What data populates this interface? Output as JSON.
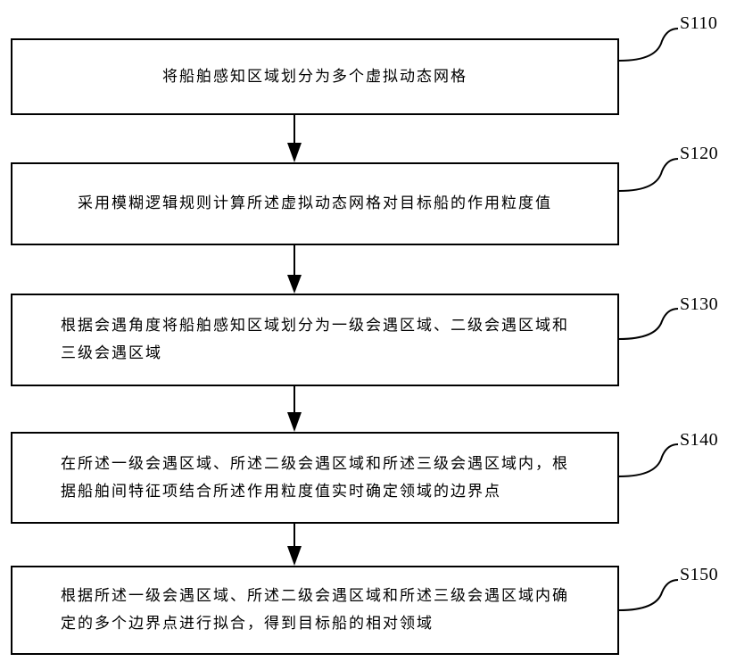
{
  "steps": [
    {
      "id": "S110",
      "text": "将船舶感知区域划分为多个虚拟动态网格"
    },
    {
      "id": "S120",
      "text": "采用模糊逻辑规则计算所述虚拟动态网格对目标船的作用粒度值"
    },
    {
      "id": "S130",
      "text": "根据会遇角度将船舶感知区域划分为一级会遇区域、二级会遇区域和\n三级会遇区域"
    },
    {
      "id": "S140",
      "text": "在所述一级会遇区域、所述二级会遇区域和所述三级会遇区域内，根\n据船舶间特征项结合所述作用粒度值实时确定领域的边界点"
    },
    {
      "id": "S150",
      "text": "根据所述一级会遇区域、所述二级会遇区域和所述三级会遇区域内确\n定的多个边界点进行拟合，得到目标船的相对领域"
    }
  ]
}
